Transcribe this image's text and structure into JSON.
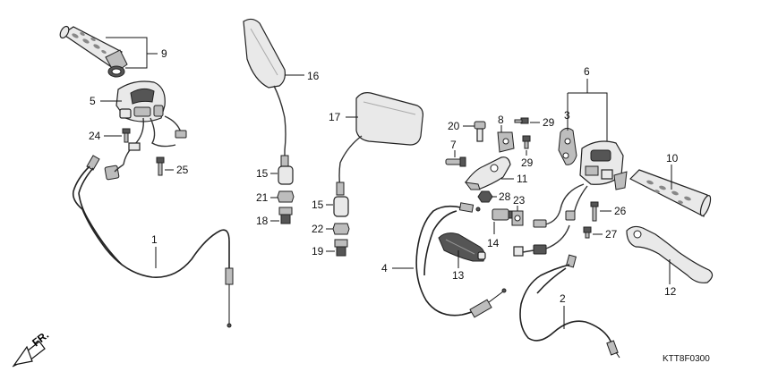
{
  "diagram_code": "KTT8F0300",
  "direction_marker": {
    "text": "FR."
  },
  "callouts": {
    "c1": "1",
    "c2": "2",
    "c3": "3",
    "c4": "4",
    "c5": "5",
    "c6": "6",
    "c7": "7",
    "c8": "8",
    "c9": "9",
    "c10": "10",
    "c11": "11",
    "c12": "12",
    "c13": "13",
    "c14": "14",
    "c15a": "15",
    "c15b": "15",
    "c16": "16",
    "c17": "17",
    "c18": "18",
    "c19": "19",
    "c20": "20",
    "c21": "21",
    "c22": "22",
    "c23": "23",
    "c24": "24",
    "c25": "25",
    "c26": "26",
    "c27": "27",
    "c28": "28",
    "c29a": "29",
    "c29b": "29"
  },
  "colors": {
    "line": "#111111",
    "part_fill": "#e9e9e9",
    "shade": "#555555",
    "background": "#ffffff"
  }
}
